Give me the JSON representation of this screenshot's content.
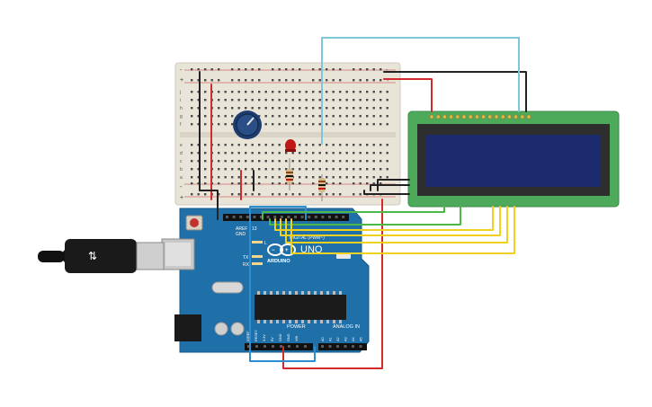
{
  "board": {
    "brand": "ARDUINO",
    "model": "UNO",
    "digital_label": "DIGITAL (PWM~)",
    "power_label": "POWER",
    "analog_label": "ANALOG IN",
    "aref_label": "AREF",
    "gnd_label": "GND",
    "pin13_label": "13",
    "tx_label": "TX",
    "rx_label": "RX",
    "led_l_label": "L",
    "power_pins": [
      "IOREF",
      "RESET",
      "3.3V",
      "5V",
      "GND",
      "GND",
      "VIN"
    ],
    "analog_pins": [
      "A0",
      "A1",
      "A2",
      "A3",
      "A4",
      "A5"
    ]
  },
  "breadboard": {
    "row_letters_top": [
      "j",
      "i",
      "h",
      "g",
      "f"
    ],
    "row_letters_bottom": [
      "e",
      "d",
      "c",
      "b",
      "a"
    ],
    "rail_plus": "+",
    "rail_minus": "-",
    "column_count": 30
  },
  "colors": {
    "board_blue": "#1f6fa8",
    "breadboard_body": "#e8e4d8",
    "wire_red": "#d22b2b",
    "wire_black": "#222222",
    "wire_blue": "#2d8fd0",
    "wire_cyan": "#7cc8d8",
    "wire_green": "#4cb848",
    "wire_yellow": "#f0d020",
    "lcd_pcb": "#4caa5a",
    "lcd_screen": "#1c2a6e",
    "led_red": "#c01818",
    "pot_knob": "#2a4f86"
  },
  "components": {
    "usb_cable": "usb-cable",
    "lcd": "lcd-16x2",
    "potentiometer": "potentiometer",
    "led": "red-led",
    "resistors": [
      "resistor-led",
      "resistor-backlight"
    ]
  }
}
